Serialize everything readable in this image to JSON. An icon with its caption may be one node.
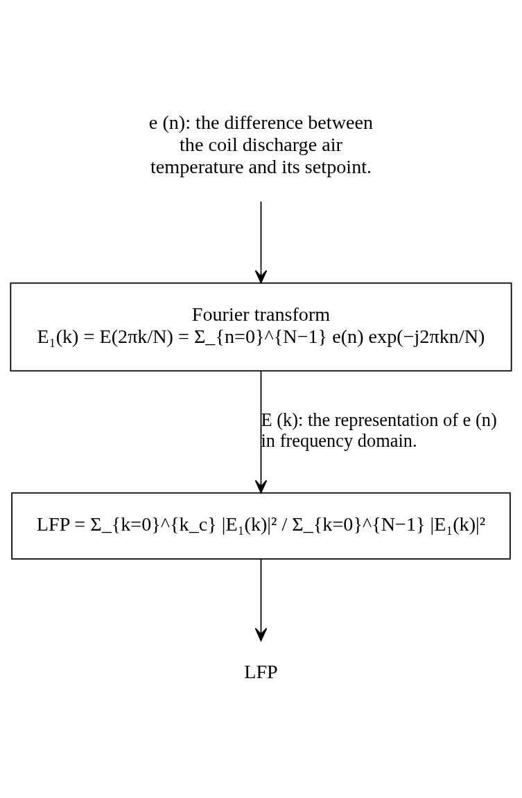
{
  "diagram": {
    "nodes": [
      {
        "text": [
          "e (n): the difference between the coil discharge air temperature and its setpoint."
        ]
      },
      {
        "text": [
          "Fourier transform",
          "E₁(k) = E(2πk/N) = Σ_{n=0}^{N−1} e(n) exp(−j2πkn/N)"
        ]
      },
      {
        "text": [
          "LFP = Σ_{k=0}^{k_c} |E₁(k)|² / Σ_{k=0}^{N−1} |E₁(k)|²"
        ]
      },
      {
        "text": [
          "LFP"
        ]
      }
    ],
    "edges": [
      {
        "from": 0,
        "to": 1,
        "arrow": "to"
      },
      {
        "from": 1,
        "to": 2,
        "arrow": "to",
        "label": "E (k): the representation of e (n) in frequency domain."
      },
      {
        "from": 2,
        "to": 3,
        "arrow": "to"
      }
    ]
  }
}
